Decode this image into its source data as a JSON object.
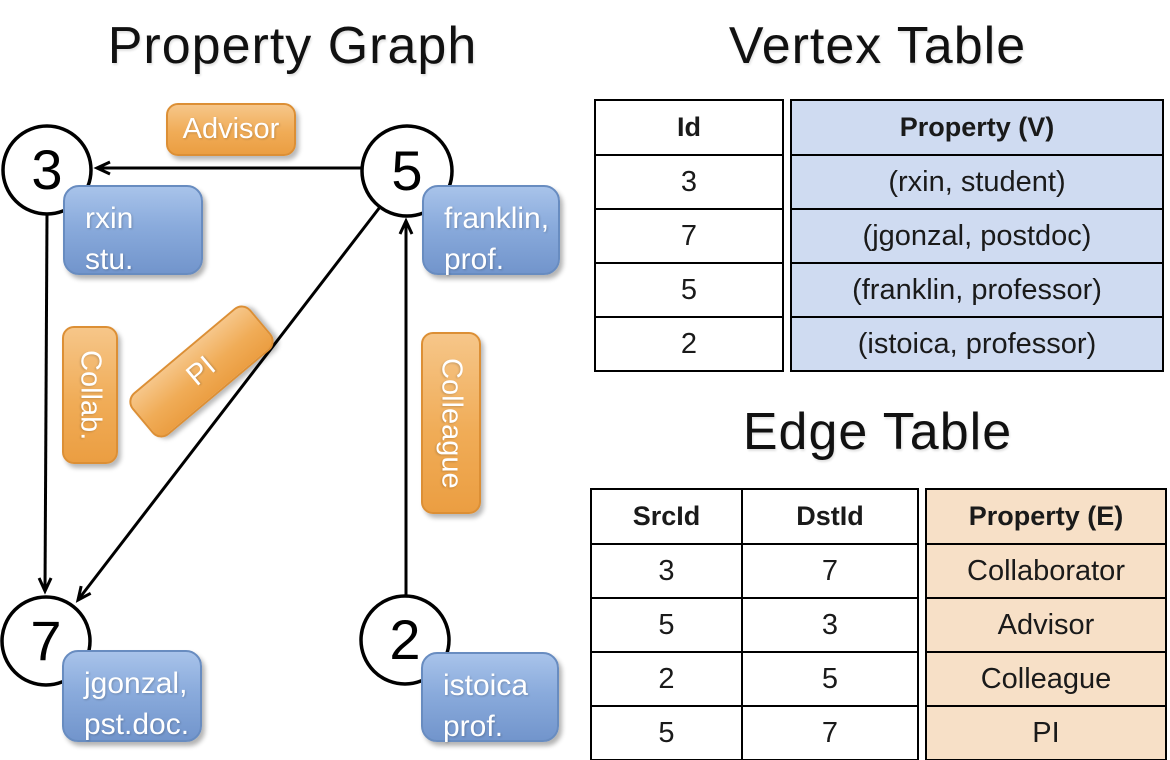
{
  "graph": {
    "title": "Property Graph",
    "nodes": [
      {
        "id": "3",
        "property_line1": "rxin",
        "property_line2": "stu."
      },
      {
        "id": "5",
        "property_line1": "franklin,",
        "property_line2": "prof."
      },
      {
        "id": "7",
        "property_line1": "jgonzal,",
        "property_line2": "pst.doc."
      },
      {
        "id": "2",
        "property_line1": "istoica",
        "property_line2": "prof."
      }
    ],
    "edge_labels": {
      "advisor": "Advisor",
      "collab": "Collab.",
      "pi": "PI",
      "colleague": "Colleague"
    }
  },
  "vertex_table": {
    "title": "Vertex Table",
    "columns": {
      "id": "Id",
      "property": "Property (V)"
    },
    "rows": [
      {
        "id": "3",
        "property": "(rxin, student)"
      },
      {
        "id": "7",
        "property": "(jgonzal, postdoc)"
      },
      {
        "id": "5",
        "property": "(franklin, professor)"
      },
      {
        "id": "2",
        "property": "(istoica, professor)"
      }
    ]
  },
  "edge_table": {
    "title": "Edge Table",
    "columns": {
      "src": "SrcId",
      "dst": "DstId",
      "property": "Property (E)"
    },
    "rows": [
      {
        "src": "3",
        "dst": "7",
        "property": "Collaborator"
      },
      {
        "src": "5",
        "dst": "3",
        "property": "Advisor"
      },
      {
        "src": "2",
        "dst": "5",
        "property": "Colleague"
      },
      {
        "src": "5",
        "dst": "7",
        "property": "PI"
      }
    ]
  },
  "colors": {
    "edge_label_fill": "#f0ac57",
    "edge_label_border": "#dc8f35",
    "vertex_property_fill": "#8aabdc",
    "vertex_property_border": "#688cc0",
    "vertex_table_cell_bg": "#cfdbf1",
    "edge_table_cell_bg": "#f7e0c7",
    "line_color": "#000000"
  }
}
